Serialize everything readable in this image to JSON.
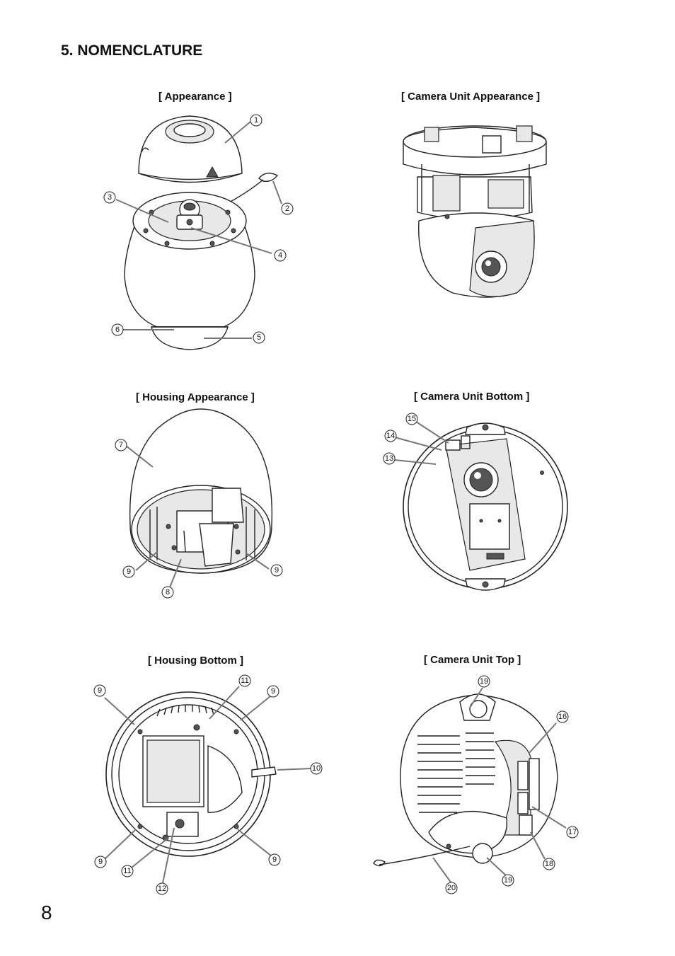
{
  "heading": "5. NOMENCLATURE",
  "captions": {
    "appearance": "[ Appearance ]",
    "camera_unit_appearance": "[ Camera Unit Appearance ]",
    "housing_appearance": "[ Housing Appearance ]",
    "camera_unit_bottom": "[ Camera Unit Bottom ]",
    "housing_bottom": "[ Housing Bottom ]",
    "camera_unit_top": "[ Camera Unit Top ]"
  },
  "callouts": {
    "n1": "1",
    "n2": "2",
    "n3": "3",
    "n4": "4",
    "n5": "5",
    "n6": "6",
    "n7": "7",
    "n8": "8",
    "n9": "9",
    "n10": "10",
    "n11": "11",
    "n12": "12",
    "n13": "13",
    "n14": "14",
    "n15": "15",
    "n16": "16",
    "n17": "17",
    "n18": "18",
    "n19": "19",
    "n20": "20"
  },
  "page_number": "8"
}
